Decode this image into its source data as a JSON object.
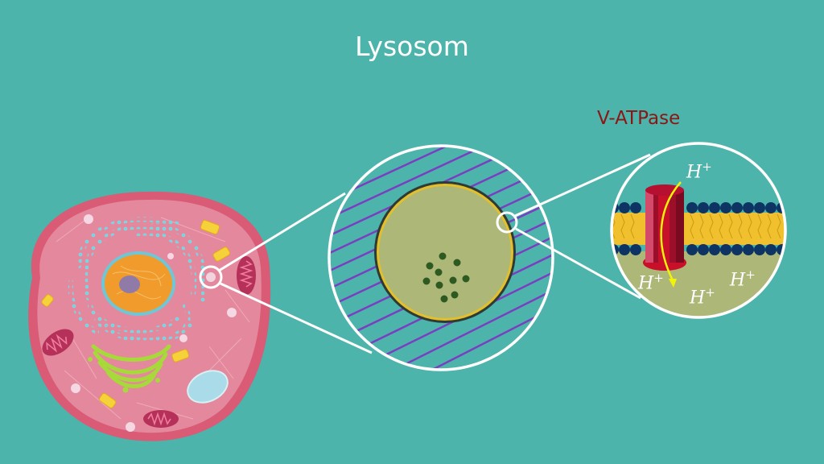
{
  "title": "Lysosom",
  "enzyme_label": "V-ATPase",
  "ion": {
    "symbol": "H",
    "charge": "+"
  },
  "colors": {
    "background": "#4cb4ab",
    "cell_membrane": "#d95b76",
    "cytoplasm": "#e4889d",
    "lysosome_lumen": "#adb878",
    "hatch": "#7a3fc0",
    "pump": "#b5102b",
    "arrow": "#f2f20a",
    "lipid_head": "#0e3464",
    "lipid_tail": "#f0c02e"
  }
}
